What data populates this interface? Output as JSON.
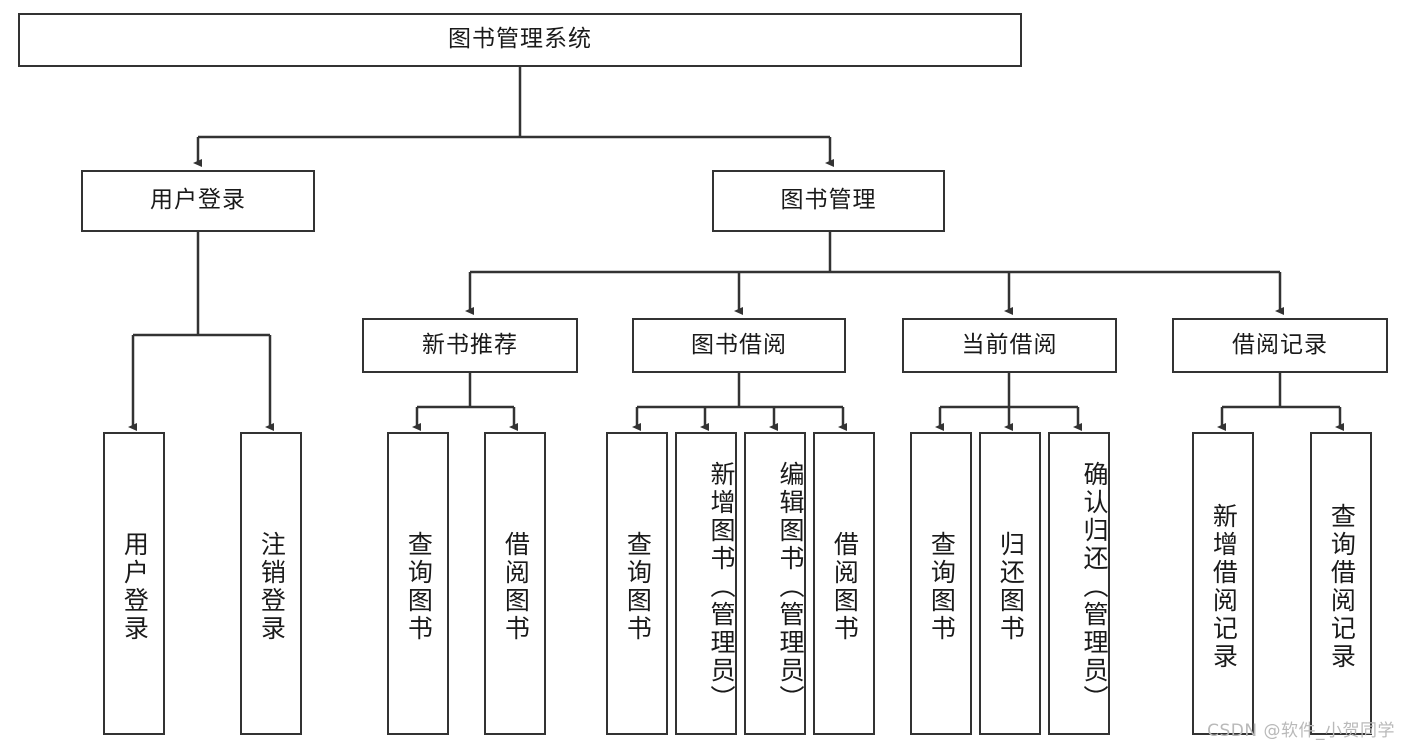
{
  "diagram": {
    "title": "图书管理系统",
    "type": "tree",
    "root": {
      "label": "图书管理系统"
    },
    "level1": [
      {
        "label": "用户登录"
      },
      {
        "label": "图书管理"
      }
    ],
    "level2": [
      {
        "label": "新书推荐"
      },
      {
        "label": "图书借阅"
      },
      {
        "label": "当前借阅"
      },
      {
        "label": "借阅记录"
      }
    ],
    "leaves": {
      "user_login": [
        {
          "label": "用户登录"
        },
        {
          "label": "注销登录"
        }
      ],
      "new_book": [
        {
          "label": "查询图书"
        },
        {
          "label": "借阅图书"
        }
      ],
      "book_borrow": [
        {
          "label": "查询图书"
        },
        {
          "label": "新增图书（管理员）"
        },
        {
          "label": "编辑图书（管理员）"
        },
        {
          "label": "借阅图书"
        }
      ],
      "current_borrow": [
        {
          "label": "查询图书"
        },
        {
          "label": "归还图书"
        },
        {
          "label": "确认归还（管理员）"
        }
      ],
      "borrow_record": [
        {
          "label": "新增借阅记录"
        },
        {
          "label": "查询借阅记录"
        }
      ]
    }
  },
  "watermark": {
    "text": "CSDN @软件_小贺同学"
  },
  "colors": {
    "stroke": "#333333",
    "background": "#ffffff",
    "text": "#1a1a1a",
    "watermark": "#b9b9b9"
  }
}
